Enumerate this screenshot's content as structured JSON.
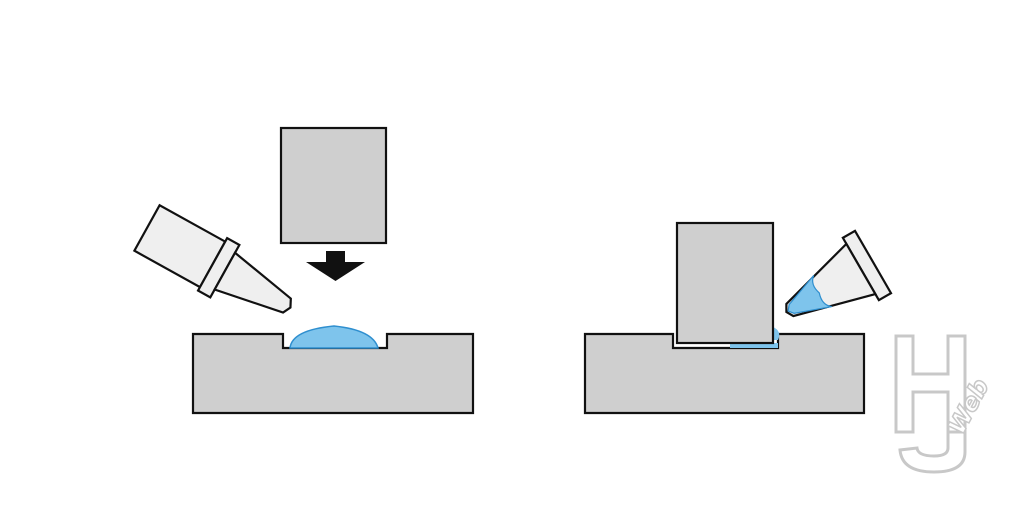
{
  "colors": {
    "background": "#ffffff",
    "block": "#cfcfcf",
    "outline": "#111111",
    "liquid": "#7ec4ec",
    "liquid_edge": "#2f8fcf",
    "nozzle_body": "#efefef",
    "arrow": "#111111",
    "watermark_fill": "#ffffff",
    "watermark_stroke": "#c8c8c8"
  },
  "panels": [
    {
      "id": "before",
      "elements": [
        "recessed-base-block",
        "pressing-punch",
        "down-arrow-icon",
        "dispensing-nozzle",
        "liquid-droplet"
      ]
    },
    {
      "id": "after",
      "elements": [
        "recessed-base-block",
        "inserted-punch",
        "angled-dispensing-nozzle",
        "liquid-film"
      ]
    }
  ],
  "watermark": {
    "icon": "hj-web-logo",
    "text": "Web"
  }
}
